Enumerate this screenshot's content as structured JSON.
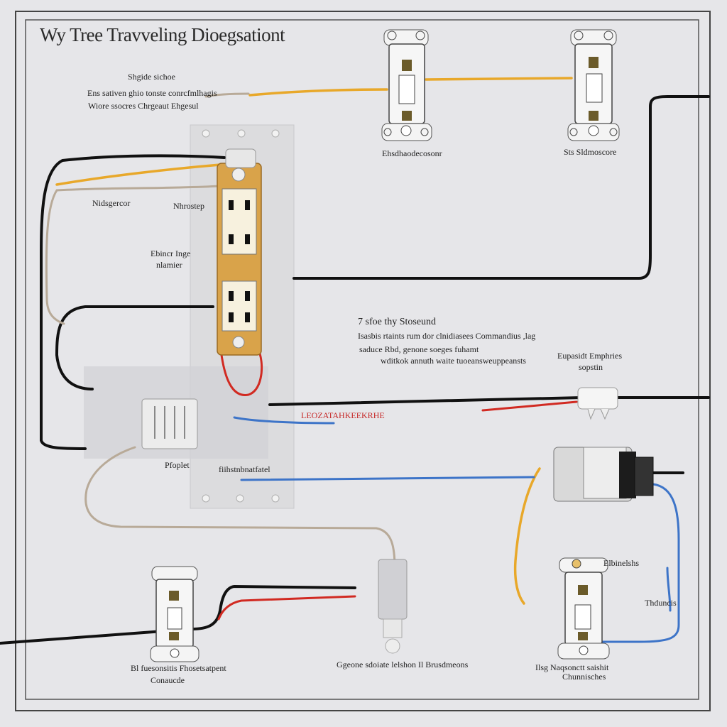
{
  "title": "Wy Tree Travveling Dioegsationt",
  "notes": {
    "top": {
      "line1": "Shgide sichoe",
      "line2": "Ens sativen ghio tonste conrcfmlhagis",
      "line3": "Wiore ssocres Chrgeaut Ehgesul"
    },
    "left": {
      "label1": "Nidsgercor",
      "label2": "Nhrostep",
      "label3a": "Ebincr Inge",
      "label3b": "nlamier"
    },
    "middle": {
      "line1": "7 sfoe thy Stoseund",
      "line2": "Isasbis rtaints rum dor clnidiasees Commandius ,lag",
      "line3": "saduce Rbd, genone soeges fuhamt",
      "line4": "wditkok annuth waite tuoeansweuppeansts"
    },
    "right": {
      "label1a": "Eupasidt Emphries",
      "label1b": "sopstin"
    }
  },
  "labels": {
    "switch_top_left": "Ehsdhaodecosonr",
    "switch_top_right": "Sts Sldmoscore",
    "red_label": "LEOZATAHKEEKRHE",
    "box_label_left": "Pfoplet",
    "box_label_right": "fiihstnbnatfatel",
    "bottom_left_1": "Bl fuesonsitis Fhosetsatpent",
    "bottom_left_2": "Conaucde",
    "bottom_mid": "Ggeone sdoiate lelshon Il Brusdmeons",
    "bottom_right_1": "Ilsg Naqsonctt saishit",
    "bottom_right_2": "Chunnisches",
    "right_small_1": "Elbinelshs",
    "right_small_2": "Thduncis"
  },
  "colors": {
    "black_wire": "#111111",
    "yellow_wire": "#e8a82a",
    "red_wire": "#d12a22",
    "blue_wire": "#3d74c8",
    "tan_wire": "#b8aa98"
  }
}
